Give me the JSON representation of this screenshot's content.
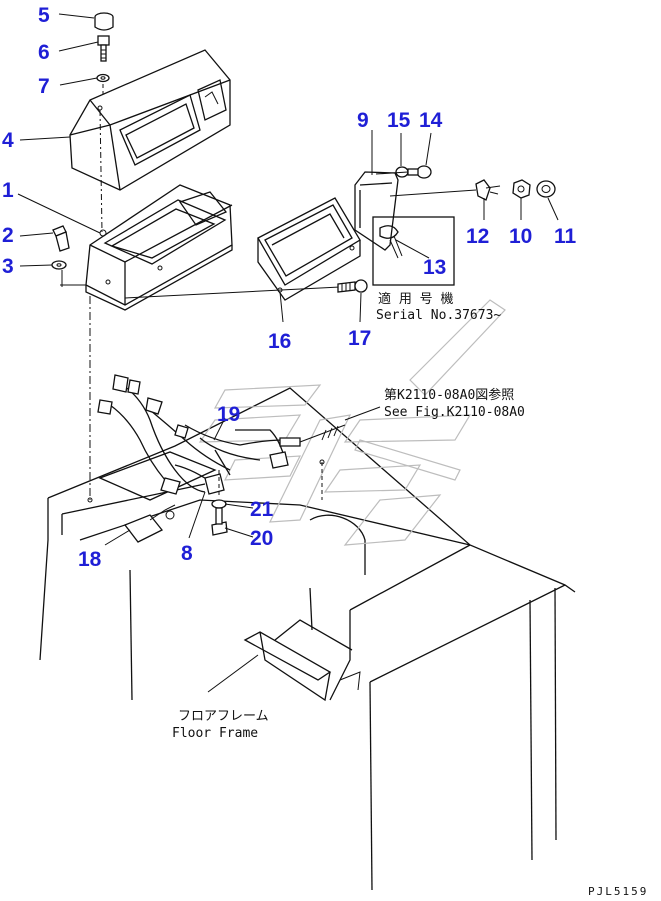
{
  "callouts": {
    "c1": "1",
    "c2": "2",
    "c3": "3",
    "c4": "4",
    "c5": "5",
    "c6": "6",
    "c7": "7",
    "c8": "8",
    "c9": "9",
    "c10": "10",
    "c11": "11",
    "c12": "12",
    "c13": "13",
    "c14": "14",
    "c15": "15",
    "c16": "16",
    "c17": "17",
    "c18": "18",
    "c19": "19",
    "c20": "20",
    "c21": "21"
  },
  "notes": {
    "serial_jp": "適 用 号 機",
    "serial_en": "Serial No.37673~",
    "see_fig_jp": "第K2110-08A0図参照",
    "see_fig_en": "See Fig.K2110-08A0",
    "floor_jp": "フロアフレーム",
    "floor_en": "Floor Frame"
  },
  "drawing_code": "PJL5159",
  "colors": {
    "callout": "#1f1fd6",
    "line": "#111111"
  }
}
